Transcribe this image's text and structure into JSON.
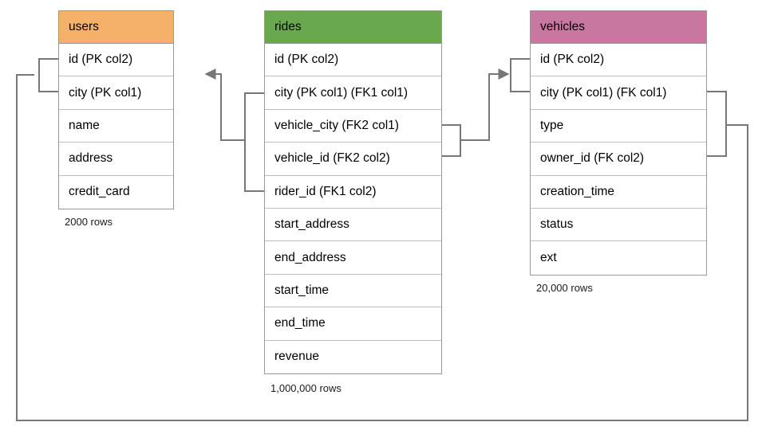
{
  "diagram": {
    "title_hidden": "",
    "background_color": "#ffffff",
    "line_color": "#777777",
    "border_color": "#999999",
    "row_border_color": "#bfbfbf"
  },
  "tables": [
    {
      "name": "users",
      "header_color": "#F5B06A",
      "columns": [
        "id (PK col2)",
        "city (PK col1)",
        "name",
        "address",
        "credit_card"
      ],
      "rows_label": "2000 rows"
    },
    {
      "name": "rides",
      "header_color": "#6AA84F",
      "columns": [
        "id (PK col2)",
        "city (PK col1) (FK1 col1)",
        "vehicle_city (FK2 col1)",
        "vehicle_id (FK2 col2)",
        "rider_id (FK1 col2)",
        "start_address",
        "end_address",
        "start_time",
        "end_time",
        "revenue"
      ],
      "rows_label": "1,000,000 rows"
    },
    {
      "name": "vehicles",
      "header_color": "#C878A0",
      "columns": [
        "id (PK col2)",
        "city (PK col1) (FK col1)",
        "type",
        "owner_id (FK col2)",
        "creation_time",
        "status",
        "ext"
      ],
      "rows_label": "20,000 rows"
    }
  ],
  "relationships": [
    {
      "name": "rides-rider-to-users",
      "from_table": "rides",
      "from_columns": [
        "city (PK col1) (FK1 col1)",
        "rider_id (FK1 col2)"
      ],
      "to_table": "users",
      "to_columns": [
        "id (PK col2)",
        "city (PK col1)"
      ]
    },
    {
      "name": "rides-vehicle-to-vehicles",
      "from_table": "rides",
      "from_columns": [
        "vehicle_city (FK2 col1)",
        "vehicle_id (FK2 col2)"
      ],
      "to_table": "vehicles",
      "to_columns": [
        "id (PK col2)",
        "city (PK col1) (FK col1)"
      ]
    },
    {
      "name": "vehicles-owner-to-users",
      "from_table": "vehicles",
      "from_columns": [
        "city (PK col1) (FK col1)",
        "owner_id (FK col2)"
      ],
      "to_table": "users",
      "to_columns": [
        "id (PK col2)",
        "city (PK col1)"
      ]
    }
  ]
}
